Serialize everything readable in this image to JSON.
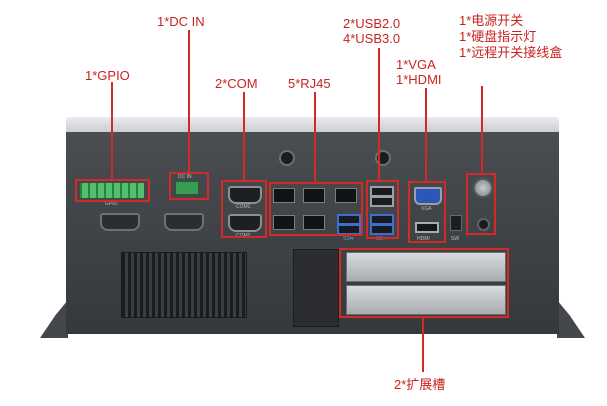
{
  "labels": {
    "gpio": "1*GPIO",
    "dc_in": "1*DC IN",
    "com": "2*COM",
    "rj45": "5*RJ45",
    "usb2": "2*USB2.0",
    "usb3": "4*USB3.0",
    "vga": "1*VGA",
    "hdmi": "1*HDMI",
    "power": "1*电源开关",
    "hdd_led": "1*硬盘指示灯",
    "remote": "1*远程开关接线盒",
    "expansion": "2*扩展槽"
  },
  "panel_text": {
    "dc_in": "DC IN",
    "gpio": "GPIO",
    "com1": "COM1",
    "com2": "COM2",
    "vga": "VGA",
    "hdmi": "HDMI",
    "sw": "SW",
    "ss1": "SS⇆",
    "ss2": "SS⇆"
  },
  "colors": {
    "annotation": "#d22a24",
    "chassis": "#3d4044",
    "usb3": "#3b6fd1"
  }
}
